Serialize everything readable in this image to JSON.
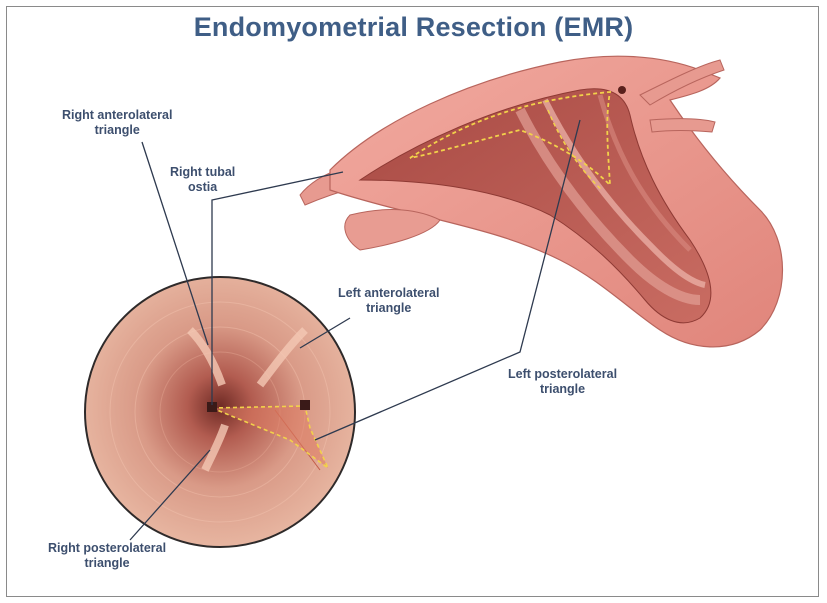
{
  "title": "Endomyometrial Resection (EMR)",
  "labels": {
    "right_anterolateral": [
      "Right anterolateral",
      "triangle"
    ],
    "right_tubal_ostia": [
      "Right tubal",
      "ostia"
    ],
    "left_anterolateral": [
      "Left anterolateral",
      "triangle"
    ],
    "left_posterolateral": [
      "Left posterolateral",
      "triangle"
    ],
    "right_posterolateral": [
      "Right posterolateral",
      "triangle"
    ]
  },
  "colors": {
    "title": "#3f5e86",
    "label": "#3d4f6e",
    "leader_line": "#2e3a4f",
    "dashed_outline": "#f2d24a",
    "uterus_outer": "#e9958c",
    "uterus_inner": "#c86a62",
    "hysteroscopic_view": "#d89a88"
  },
  "icons": {
    "uterus_cutaway": "uterus-cutaway-illustration",
    "hysteroscopic_view": "circular-hysteroscopic-view"
  }
}
